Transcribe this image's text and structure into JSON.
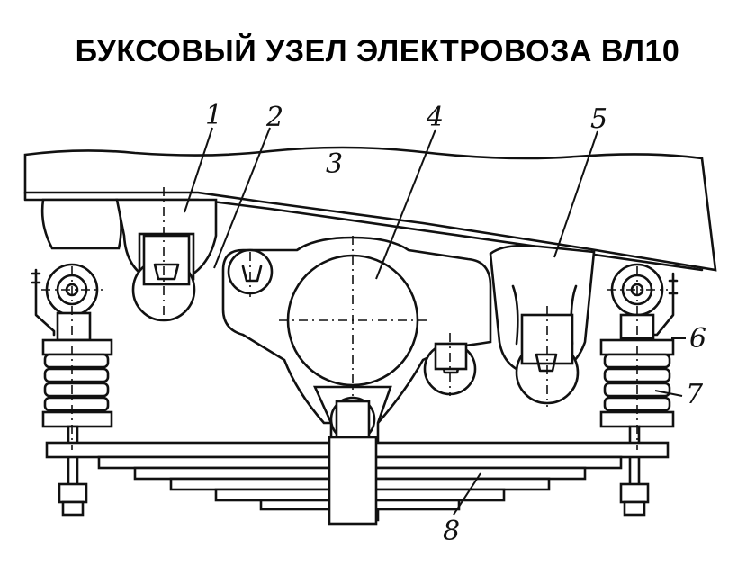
{
  "title": "БУКСОВЫЙ УЗЕЛ ЭЛЕКТРОВОЗА ВЛ10",
  "callouts": [
    "1",
    "2",
    "3",
    "4",
    "5",
    "6",
    "7",
    "8"
  ]
}
